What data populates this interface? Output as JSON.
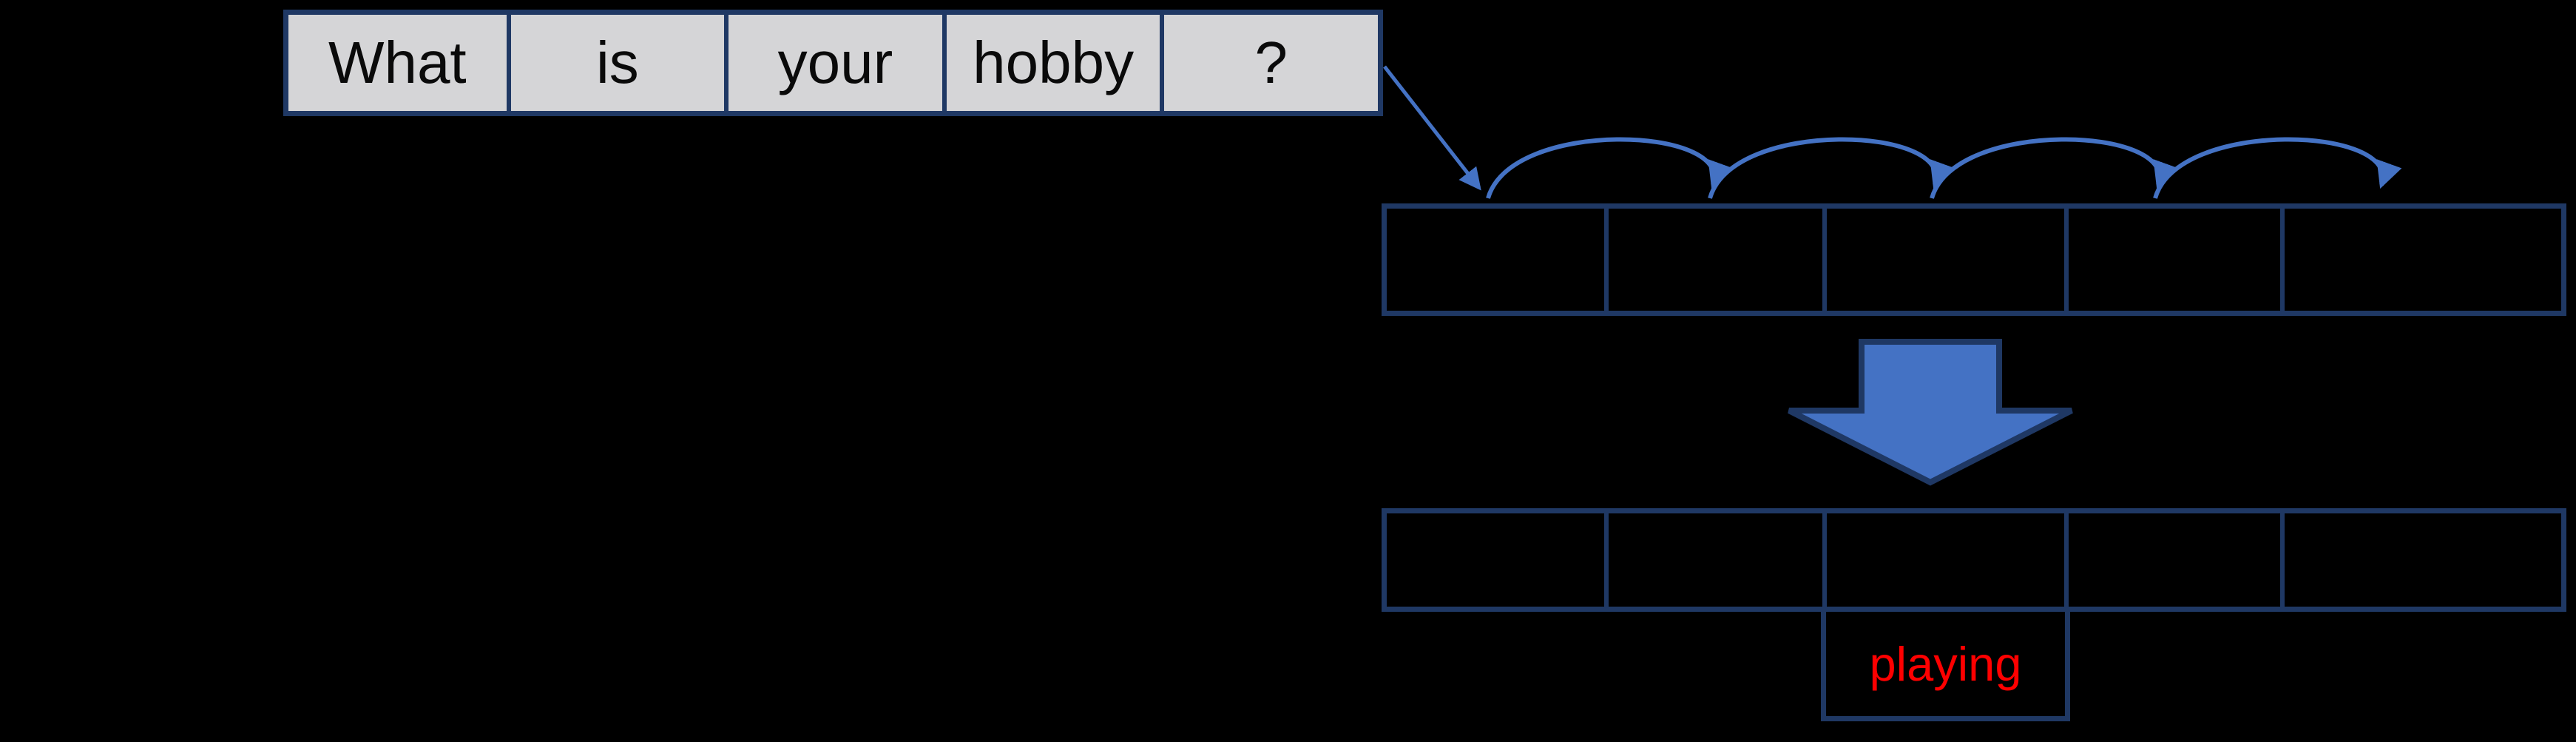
{
  "diagram": {
    "description_visible_text_only": true,
    "sentence": {
      "tokens": [
        "What",
        "is",
        "your",
        "hobby",
        "?"
      ]
    },
    "top_vector_row": {
      "cell_count": 5,
      "cells": [
        "",
        "",
        "",
        "",
        ""
      ]
    },
    "bottom_vector_row": {
      "cell_count": 5,
      "cells": [
        "",
        "",
        "",
        "",
        ""
      ]
    },
    "output": {
      "word": "playing"
    },
    "icons": {
      "input_arrow": "diagonal-arrow-down-right",
      "hop_arcs": "curved-hop-arrows-left-to-right",
      "transform_arrow": "big-block-down-arrow"
    }
  },
  "colors": {
    "background": "#000000",
    "box_fill": "#d5d5d7",
    "box_border": "#1f3864",
    "arrow_blue": "#4472c4",
    "word_text": "#0a0a0a",
    "output_text": "#ff0000"
  }
}
